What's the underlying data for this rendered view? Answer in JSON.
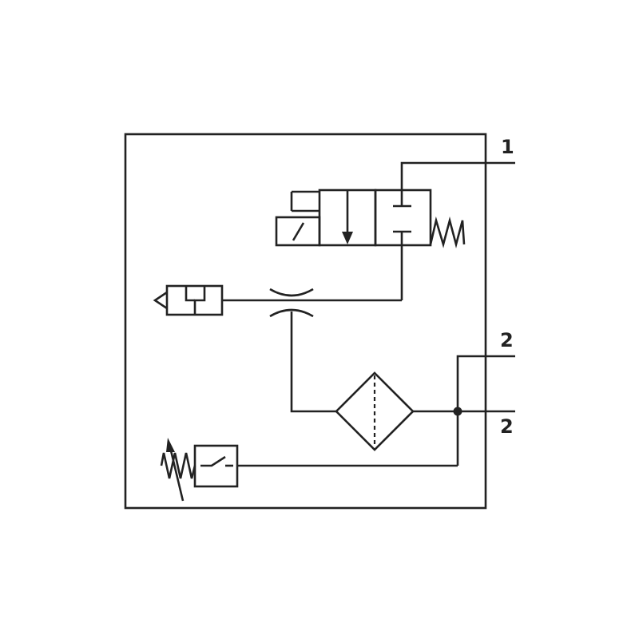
{
  "ports": {
    "port_1": "1",
    "port_2_upper": "2",
    "port_2_lower": "2"
  },
  "colors": {
    "line": "#222222",
    "background": "#ffffff"
  }
}
